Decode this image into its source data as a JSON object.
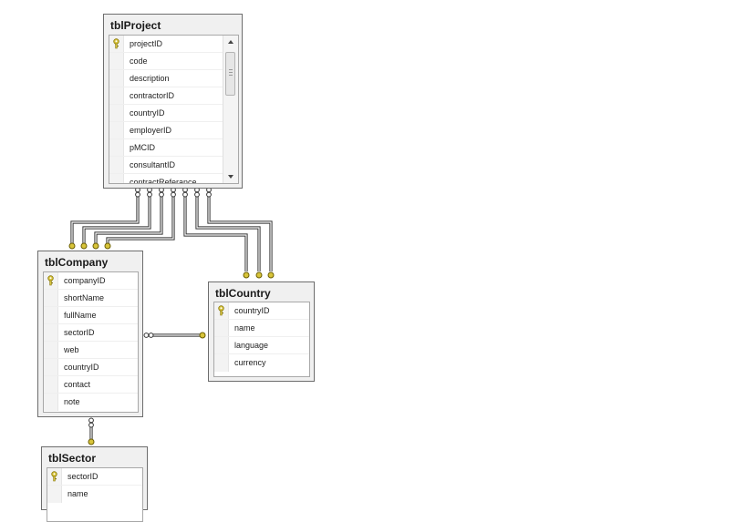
{
  "tables": {
    "project": {
      "title": "tblProject",
      "fields": [
        {
          "name": "projectID",
          "key": true
        },
        {
          "name": "code",
          "key": false
        },
        {
          "name": "description",
          "key": false
        },
        {
          "name": "contractorID",
          "key": false
        },
        {
          "name": "countryID",
          "key": false
        },
        {
          "name": "employerID",
          "key": false
        },
        {
          "name": "pMCID",
          "key": false
        },
        {
          "name": "consultantID",
          "key": false
        },
        {
          "name": "contractReferance",
          "key": false
        }
      ]
    },
    "company": {
      "title": "tblCompany",
      "fields": [
        {
          "name": "companyID",
          "key": true
        },
        {
          "name": "shortName",
          "key": false
        },
        {
          "name": "fullName",
          "key": false
        },
        {
          "name": "sectorID",
          "key": false
        },
        {
          "name": "web",
          "key": false
        },
        {
          "name": "countryID",
          "key": false
        },
        {
          "name": "contact",
          "key": false
        },
        {
          "name": "note",
          "key": false
        }
      ]
    },
    "country": {
      "title": "tblCountry",
      "fields": [
        {
          "name": "countryID",
          "key": true
        },
        {
          "name": "name",
          "key": false
        },
        {
          "name": "language",
          "key": false
        },
        {
          "name": "currency",
          "key": false
        }
      ]
    },
    "sector": {
      "title": "tblSector",
      "fields": [
        {
          "name": "sectorID",
          "key": true
        },
        {
          "name": "name",
          "key": false
        }
      ]
    }
  },
  "relationships": [
    {
      "from": "tblProject",
      "to": "tblCompany"
    },
    {
      "from": "tblProject",
      "to": "tblCompany"
    },
    {
      "from": "tblProject",
      "to": "tblCompany"
    },
    {
      "from": "tblProject",
      "to": "tblCompany"
    },
    {
      "from": "tblProject",
      "to": "tblCountry"
    },
    {
      "from": "tblProject",
      "to": "tblCountry"
    },
    {
      "from": "tblProject",
      "to": "tblCountry"
    },
    {
      "from": "tblCompany",
      "to": "tblCountry"
    },
    {
      "from": "tblCompany",
      "to": "tblSector"
    }
  ],
  "colors": {
    "key_gold": "#d8c43a",
    "line": "#333333",
    "frame": "#6d6d6d"
  }
}
